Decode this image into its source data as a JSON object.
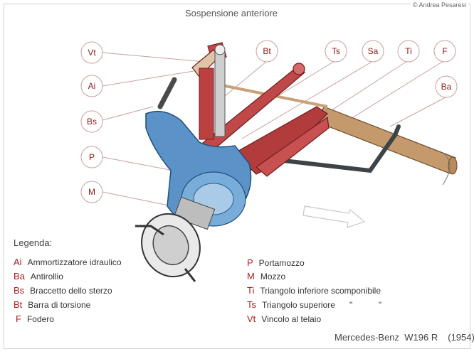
{
  "copyright": "© Andrea Pesaresi",
  "title": "Sospensione anteriore",
  "legend_title": "Legenda:",
  "labels": [
    {
      "code": "Vt"
    },
    {
      "code": "Ai"
    },
    {
      "code": "Bs"
    },
    {
      "code": "P"
    },
    {
      "code": "M"
    },
    {
      "code": "Bt"
    },
    {
      "code": "Ts"
    },
    {
      "code": "Sa"
    },
    {
      "code": "Ti"
    },
    {
      "code": "F"
    },
    {
      "code": "Ba"
    }
  ],
  "legend_left": [
    {
      "code": "Ai",
      "text": "Ammortizzatore idraulico"
    },
    {
      "code": "Ba",
      "text": "Antirollio"
    },
    {
      "code": "Bs",
      "text": "Braccetto dello sterzo"
    },
    {
      "code": "Bt",
      "text": "Barra di torsione"
    },
    {
      "code": "F",
      "text": "Fodero"
    }
  ],
  "legend_right": [
    {
      "code": "P",
      "text": "Portamozzo"
    },
    {
      "code": "M",
      "text": "Mozzo"
    },
    {
      "code": "Ti",
      "text": "Triangolo inferiore scomponibile"
    },
    {
      "code": "Ts",
      "text": "Triangolo superiore      \"           \""
    },
    {
      "code": "Vt",
      "text": "Vincolo al telaio"
    }
  ],
  "footer": {
    "model": "Mercedes-Benz  W196 R",
    "year": "(1954)"
  }
}
